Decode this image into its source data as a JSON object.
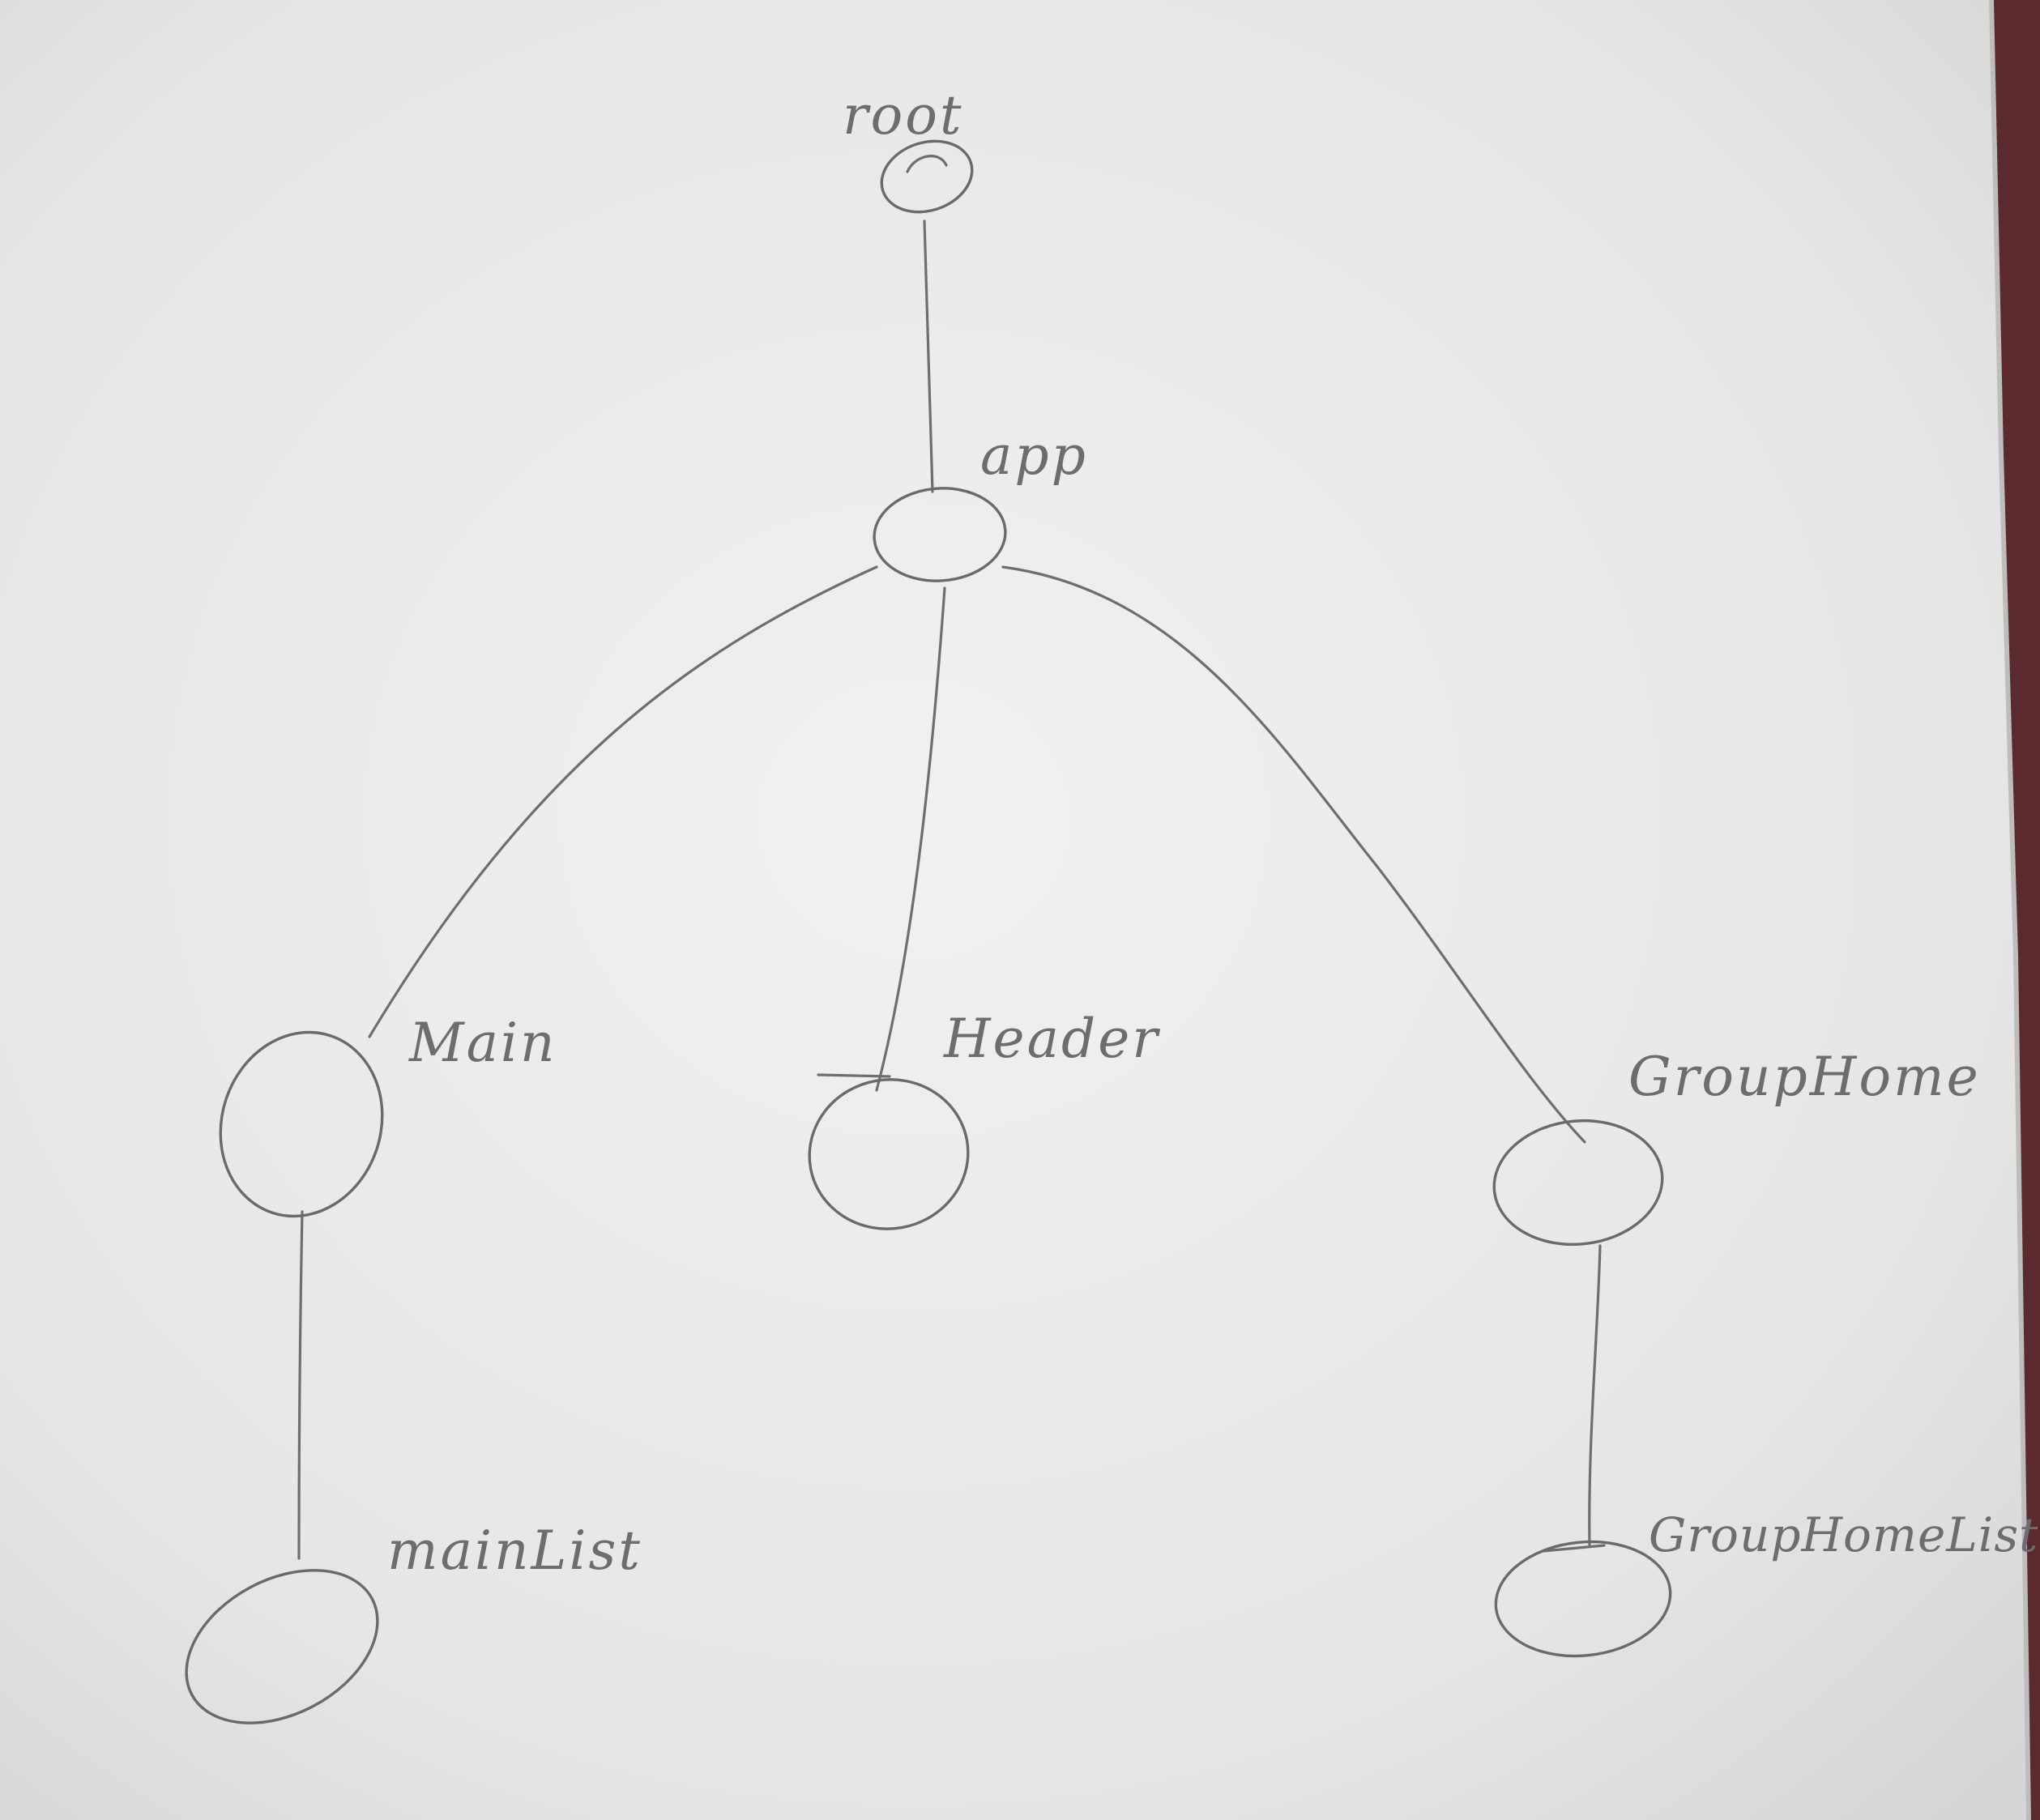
{
  "diagram": {
    "nodes": [
      {
        "id": "root",
        "label": "root"
      },
      {
        "id": "app",
        "label": "app"
      },
      {
        "id": "main",
        "label": "Main"
      },
      {
        "id": "header",
        "label": "Header"
      },
      {
        "id": "grouphome",
        "label": "GroupHome"
      },
      {
        "id": "mainlist",
        "label": "mainList"
      },
      {
        "id": "grouphomelist",
        "label": "GroupHomeList"
      }
    ],
    "edges": [
      {
        "from": "root",
        "to": "app"
      },
      {
        "from": "app",
        "to": "main"
      },
      {
        "from": "app",
        "to": "header"
      },
      {
        "from": "app",
        "to": "grouphome"
      },
      {
        "from": "main",
        "to": "mainlist"
      },
      {
        "from": "grouphome",
        "to": "grouphomelist"
      }
    ]
  },
  "colors": {
    "paper": "#ececea",
    "pencil": "#6e6e6e",
    "background": "#5a2a2e"
  }
}
